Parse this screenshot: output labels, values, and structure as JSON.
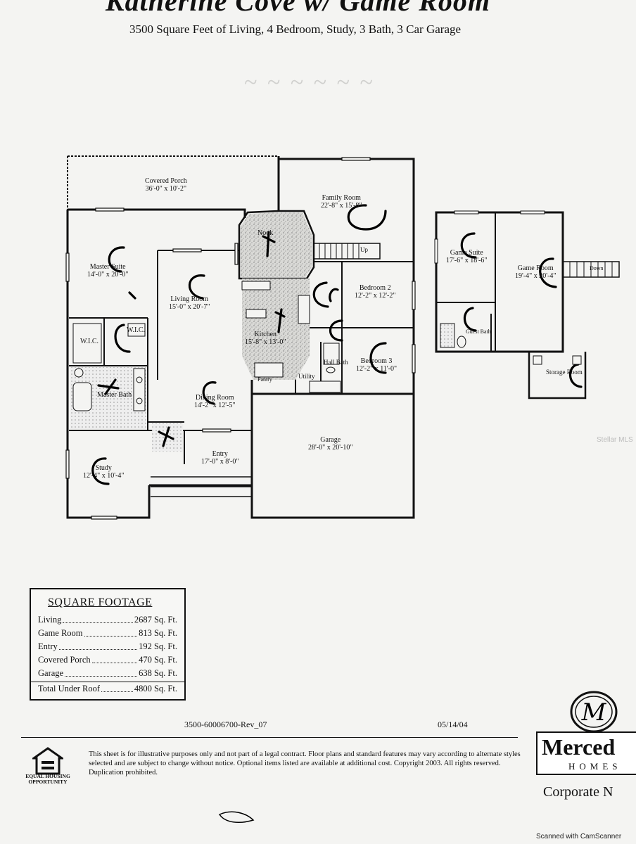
{
  "header": {
    "title": "Katherine Cove w/ Game Room",
    "subtitle": "3500 Square Feet of Living, 4 Bedroom, Study, 3 Bath, 3 Car Garage"
  },
  "rooms": [
    {
      "name": "Covered Porch",
      "dim": "36'-0\" x 10'-2\""
    },
    {
      "name": "Family Room",
      "dim": "22'-8\" x 15'-8\""
    },
    {
      "name": "Nook",
      "dim": ""
    },
    {
      "name": "Master Suite",
      "dim": "14'-0\" x 20'-0\""
    },
    {
      "name": "Living Room",
      "dim": "15'-0\" x 20'-7\""
    },
    {
      "name": "Bedroom 2",
      "dim": "12'-2\" x 12'-2\""
    },
    {
      "name": "Kitchen",
      "dim": "15'-8\" x 13'-0\""
    },
    {
      "name": "W.I.C.",
      "dim": ""
    },
    {
      "name": "W.I.C.",
      "dim": ""
    },
    {
      "name": "Master Bath",
      "dim": ""
    },
    {
      "name": "Hall Bath",
      "dim": ""
    },
    {
      "name": "Bedroom 3",
      "dim": "12'-2\" x 11'-0\""
    },
    {
      "name": "Pantry",
      "dim": ""
    },
    {
      "name": "Utility",
      "dim": ""
    },
    {
      "name": "Dining Room",
      "dim": "14'-2\" x 12'-5\""
    },
    {
      "name": "Garage",
      "dim": "28'-0\" x 20'-10\""
    },
    {
      "name": "Entry",
      "dim": "17'-0\" x 8'-0\""
    },
    {
      "name": "Study",
      "dim": "12'-4\" x 10'-4\""
    },
    {
      "name": "Game Suite",
      "dim": "17'-6\" x 18'-6\""
    },
    {
      "name": "Game Room",
      "dim": "19'-4\" x 20'-4\""
    },
    {
      "name": "Guest Bath",
      "dim": ""
    },
    {
      "name": "Storage Room",
      "dim": ""
    }
  ],
  "labels": {
    "up": "Up",
    "down": "Down"
  },
  "square_footage": {
    "heading": "SQUARE FOOTAGE",
    "rows": [
      {
        "label": "Living",
        "value": "2687 Sq. Ft."
      },
      {
        "label": "Game Room",
        "value": "813 Sq. Ft."
      },
      {
        "label": "Entry",
        "value": "192 Sq. Ft."
      },
      {
        "label": "Covered Porch",
        "value": "470 Sq. Ft."
      },
      {
        "label": "Garage",
        "value": "638 Sq. Ft."
      }
    ],
    "total": {
      "label": "Total Under Roof",
      "value": "4800 Sq. Ft."
    }
  },
  "footer": {
    "doc_id": "3500-60006700-Rev_07",
    "date": "05/14/04",
    "disclaimer": "This sheet is for illustrative purposes only and not part of a legal contract. Floor plans and standard features may vary according to alternate styles selected and are subject to change without notice. Optional items listed are available at additional cost. Copyright 2003. All rights reserved. Duplication prohibited.",
    "equal_housing": "EQUAL HOUSING OPPORTUNITY",
    "brand": "Merced",
    "brand_sub": "HOMES",
    "corporate": "Corporate N"
  },
  "watermarks": {
    "scanner": "Scanned with CamScanner",
    "mls": "Stellar MLS"
  },
  "colors": {
    "ink": "#111111",
    "paper": "#f4f4f2",
    "speckle": "#888888"
  }
}
